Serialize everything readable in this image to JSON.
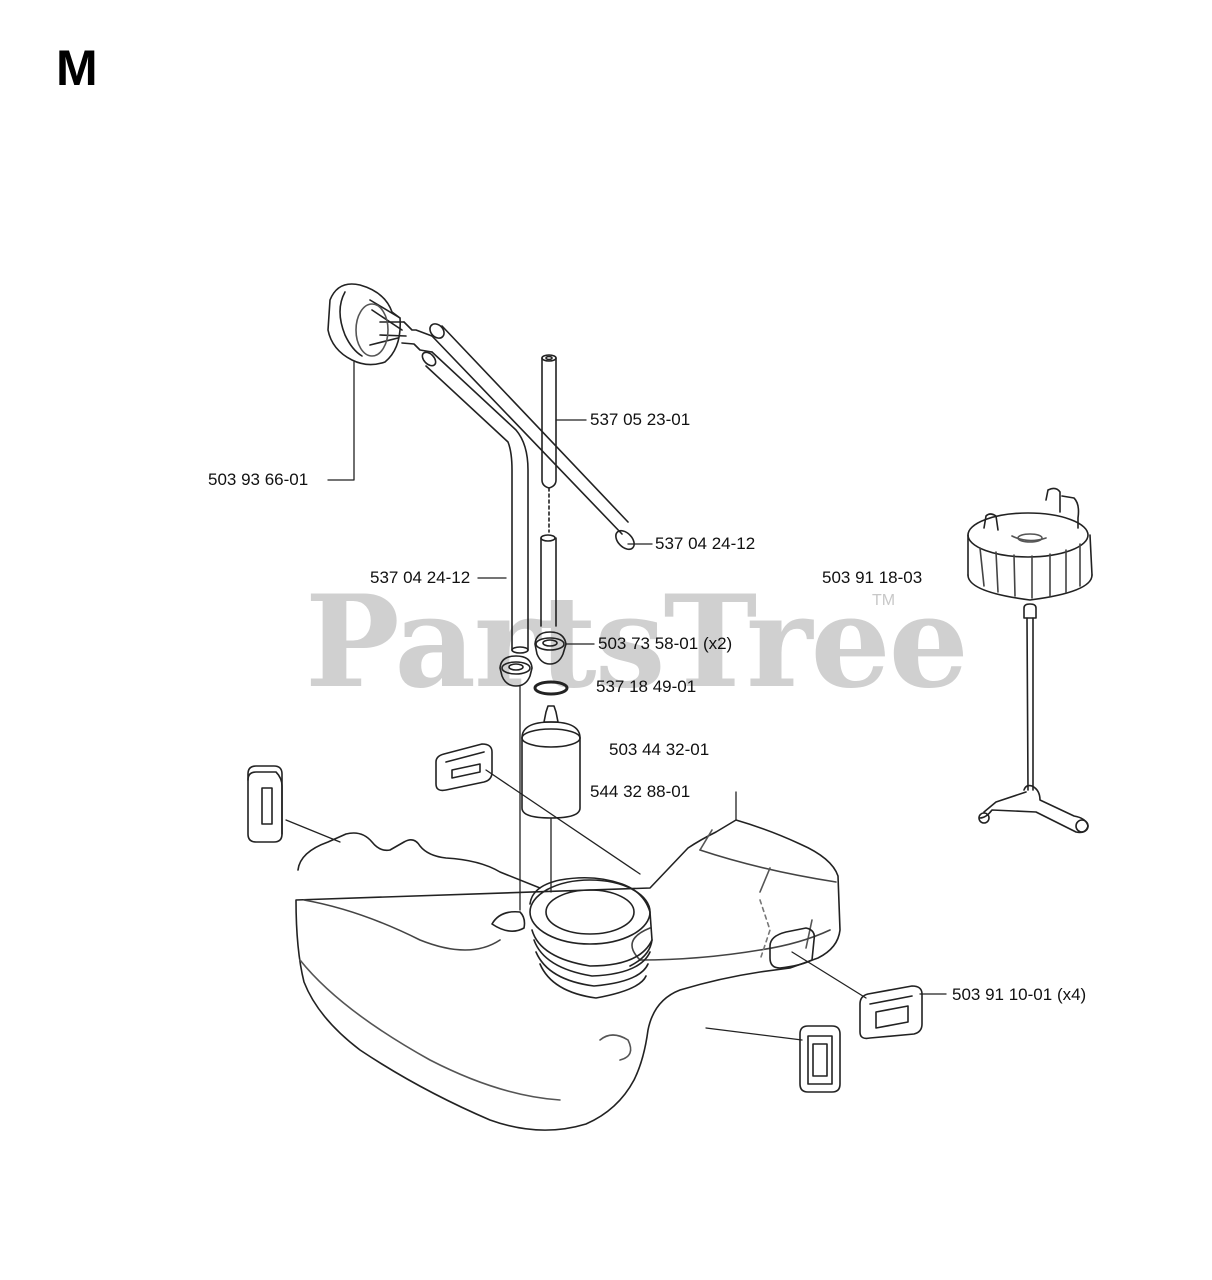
{
  "section": {
    "letter": "M"
  },
  "watermark": {
    "text": "PartsTree",
    "tm": "TM"
  },
  "part_labels": [
    {
      "number": "503 93 66-01",
      "qty": ""
    },
    {
      "number": "537 05 23-01",
      "qty": ""
    },
    {
      "number": "537 04 24-12",
      "qty": ""
    },
    {
      "number": "537 04 24-12",
      "qty": ""
    },
    {
      "number": "503 91 18-03",
      "qty": ""
    },
    {
      "number": "503 73 58-01",
      "qty": "(x2)"
    },
    {
      "number": "537 18 49-01",
      "qty": ""
    },
    {
      "number": "503 44 32-01",
      "qty": ""
    },
    {
      "number": "544 32 88-01",
      "qty": ""
    },
    {
      "number": "503 91 10-01",
      "qty": "(x4)"
    }
  ]
}
